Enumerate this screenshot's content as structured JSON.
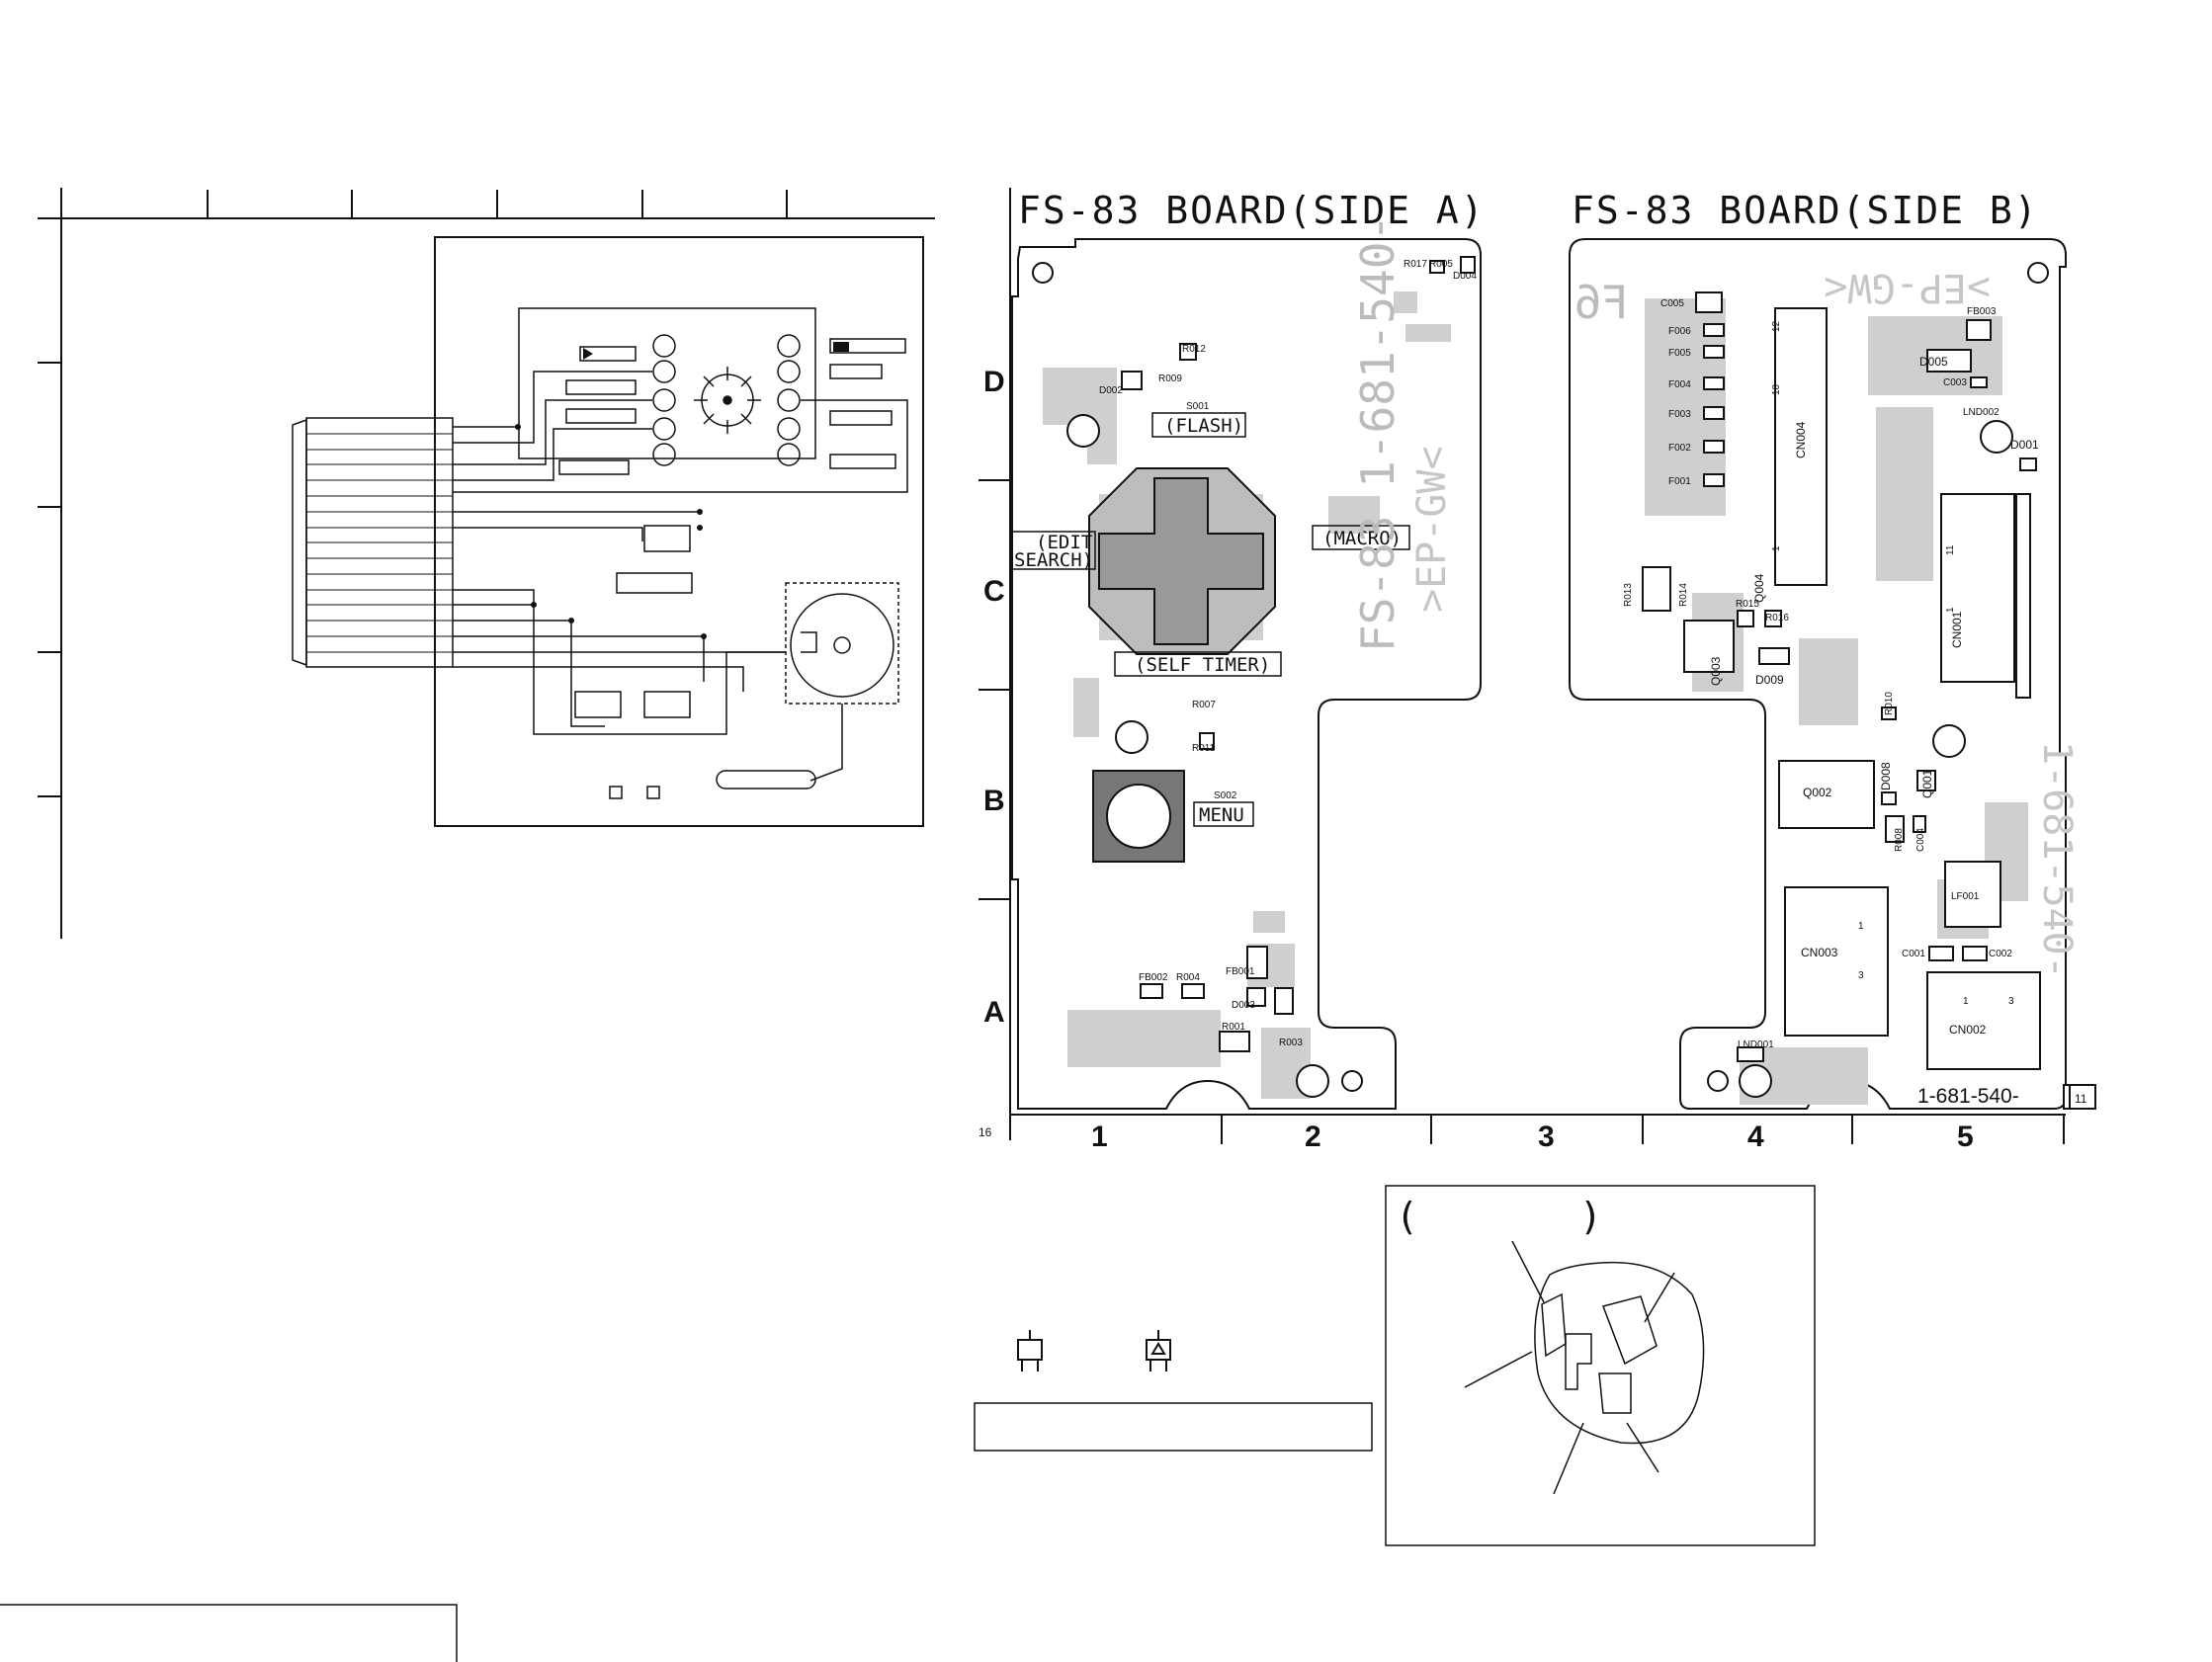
{
  "side_a": {
    "title": "FS-83 BOARD(SIDE A)",
    "silk_pn": "FS-83 1-681-540-",
    "silk_code": ">EP-GW<",
    "switches": {
      "flash_label": "(FLASH)",
      "flash_ref": "S001",
      "edit_label_1": "(EDIT",
      "edit_label_2": "SEARCH)",
      "macro_label": "(MACRO)",
      "timer_label": "(SELF TIMER)",
      "menu_ref": "S002",
      "menu_label": "MENU"
    },
    "refs": [
      "R017",
      "R005",
      "D004",
      "D002",
      "R009",
      "R012",
      "R007",
      "R011",
      "FB002",
      "R004",
      "FB001",
      "D003",
      "R001",
      "R003"
    ]
  },
  "side_b": {
    "title": "FS-83 BOARD(SIDE B)",
    "silk_code": ">EP-GW<",
    "silk_f6": "F6",
    "part_number": "1-681-540-",
    "page_box": "11",
    "silk_mirror": "1-681-540-",
    "refs": [
      "C005",
      "F006",
      "F005",
      "F004",
      "F003",
      "F002",
      "F001",
      "CN004",
      "FB003",
      "D005",
      "C003",
      "LND002",
      "D001",
      "CN001",
      "R013",
      "R014",
      "R015",
      "Q004",
      "R016",
      "Q003",
      "D009",
      "R010",
      "Q002",
      "D008",
      "Q001",
      "R008",
      "C004",
      "LF001",
      "CN003",
      "C001",
      "C002",
      "CN002",
      "LND001"
    ],
    "pins": {
      "cn004_top": "12",
      "cn004_mid": "10",
      "cn004_bot": "1",
      "cn001_top": "11",
      "cn001_bot": "1",
      "cn003_a": "1",
      "cn003_b": "3",
      "cn002_a": "1",
      "cn002_b": "3"
    }
  },
  "grid": {
    "rows": [
      "D",
      "C",
      "B",
      "A"
    ],
    "cols": [
      "1",
      "2",
      "3",
      "4",
      "5"
    ],
    "page_left": "16"
  },
  "schematic_box": {
    "paren_open": "(",
    "paren_close": ")"
  }
}
